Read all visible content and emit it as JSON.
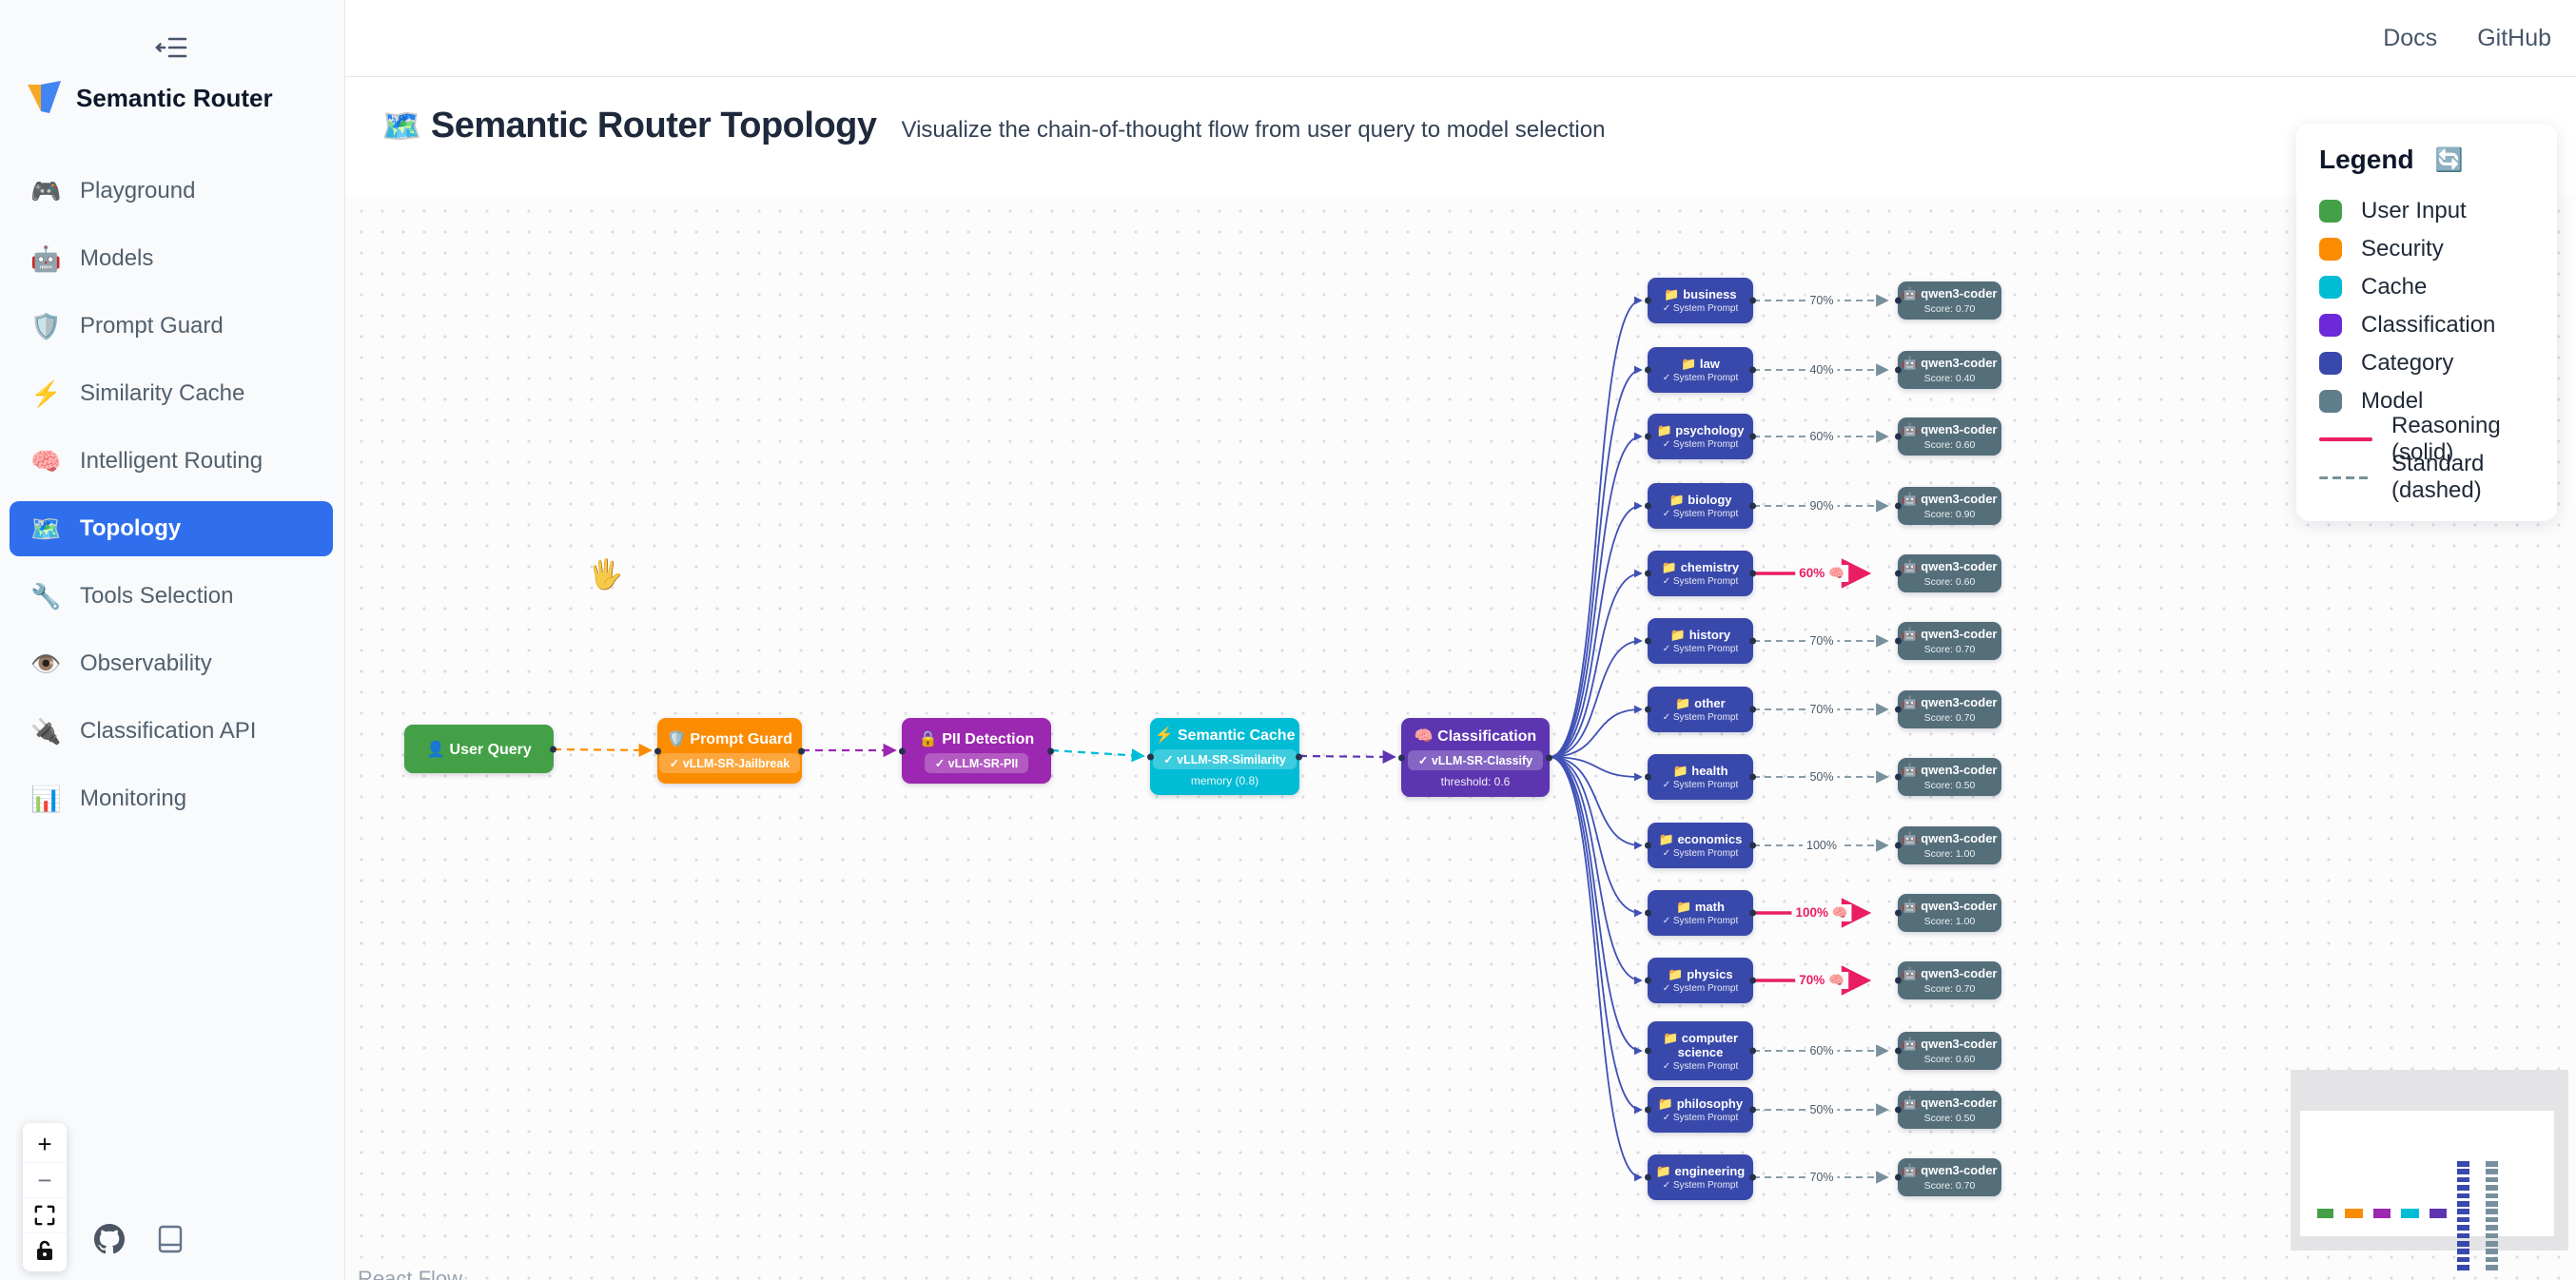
{
  "topbar": {
    "links": [
      {
        "label": "Docs"
      },
      {
        "label": "GitHub"
      }
    ]
  },
  "sidebar": {
    "brand": "Semantic Router",
    "collapse_icon": "collapse-sidebar",
    "items": [
      {
        "icon": "🎮",
        "label": "Playground",
        "active": false
      },
      {
        "icon": "🤖",
        "label": "Models",
        "active": false
      },
      {
        "icon": "🛡️",
        "label": "Prompt Guard",
        "active": false
      },
      {
        "icon": "⚡",
        "label": "Similarity Cache",
        "active": false
      },
      {
        "icon": "🧠",
        "label": "Intelligent Routing",
        "active": false
      },
      {
        "icon": "🗺️",
        "label": "Topology",
        "active": true
      },
      {
        "icon": "🔧",
        "label": "Tools Selection",
        "active": false
      },
      {
        "icon": "👁️",
        "label": "Observability",
        "active": false
      },
      {
        "icon": "🔌",
        "label": "Classification API",
        "active": false
      },
      {
        "icon": "📊",
        "label": "Monitoring",
        "active": false
      }
    ],
    "footer_icons": [
      "moon",
      "github",
      "book"
    ]
  },
  "header": {
    "icon": "🗺️",
    "title": "Semantic Router Topology",
    "subtitle": "Visualize the chain-of-thought flow from user query to model selection"
  },
  "legend": {
    "title": "Legend",
    "refresh_icon": "🔄",
    "items": [
      {
        "label": "User Input",
        "color": "#43a047"
      },
      {
        "label": "Security",
        "color": "#fb8c00"
      },
      {
        "label": "Cache",
        "color": "#00bcd4"
      },
      {
        "label": "Classification",
        "color": "#6d28d9"
      },
      {
        "label": "Category",
        "color": "#3949ab"
      },
      {
        "label": "Model",
        "color": "#607d8b"
      }
    ],
    "edge_styles": [
      {
        "label": "Reasoning (solid)",
        "color": "#e91e63",
        "dashed": false
      },
      {
        "label": "Standard (dashed)",
        "color": "#78909c",
        "dashed": true
      }
    ]
  },
  "pipeline": [
    {
      "icon": "👤",
      "title": "User Query",
      "badge": "",
      "sub": "",
      "color": "#43a047"
    },
    {
      "icon": "🛡️",
      "title": "Prompt Guard",
      "badge": "✓ vLLM-SR-Jailbreak",
      "sub": "",
      "color": "#fb8c00"
    },
    {
      "icon": "🔒",
      "title": "PII Detection",
      "badge": "✓ vLLM-SR-PII",
      "sub": "",
      "color": "#9c27b0"
    },
    {
      "icon": "⚡",
      "title": "Semantic Cache",
      "badge": "✓ vLLM-SR-Similarity",
      "sub": "memory (0.8)",
      "color": "#00bcd4"
    },
    {
      "icon": "🧠",
      "title": "Classification",
      "badge": "✓ vLLM-SR-Classify",
      "sub": "threshold: 0.6",
      "color": "#5e35b1"
    }
  ],
  "category_icon": "📁",
  "category_sub": "✓ System Prompt",
  "model_icon": "🤖",
  "model_name": "qwen3-coder",
  "reasoning_icon": "🧠",
  "categories": [
    {
      "name": "business",
      "pct": "70%",
      "score": "Score: 0.70",
      "reasoning": false
    },
    {
      "name": "law",
      "pct": "40%",
      "score": "Score: 0.40",
      "reasoning": false
    },
    {
      "name": "psychology",
      "pct": "60%",
      "score": "Score: 0.60",
      "reasoning": false
    },
    {
      "name": "biology",
      "pct": "90%",
      "score": "Score: 0.90",
      "reasoning": false
    },
    {
      "name": "chemistry",
      "pct": "60%",
      "score": "Score: 0.60",
      "reasoning": true
    },
    {
      "name": "history",
      "pct": "70%",
      "score": "Score: 0.70",
      "reasoning": false
    },
    {
      "name": "other",
      "pct": "70%",
      "score": "Score: 0.70",
      "reasoning": false
    },
    {
      "name": "health",
      "pct": "50%",
      "score": "Score: 0.50",
      "reasoning": false
    },
    {
      "name": "economics",
      "pct": "100%",
      "score": "Score: 1.00",
      "reasoning": false
    },
    {
      "name": "math",
      "pct": "100%",
      "score": "Score: 1.00",
      "reasoning": true
    },
    {
      "name": "physics",
      "pct": "70%",
      "score": "Score: 0.70",
      "reasoning": true
    },
    {
      "name": "computer science",
      "pct": "60%",
      "score": "Score: 0.60",
      "reasoning": false
    },
    {
      "name": "philosophy",
      "pct": "50%",
      "score": "Score: 0.50",
      "reasoning": false
    },
    {
      "name": "engineering",
      "pct": "70%",
      "score": "Score: 0.70",
      "reasoning": false
    }
  ],
  "controls": {
    "zoom_in": "+",
    "zoom_out": "−"
  },
  "attribution": "React Flow"
}
